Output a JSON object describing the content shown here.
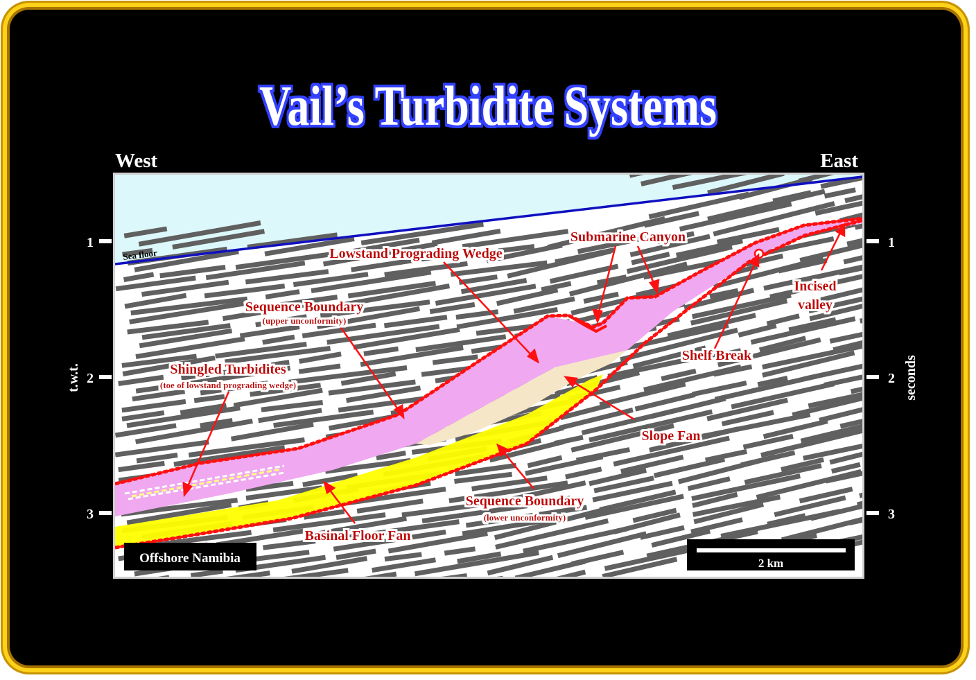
{
  "title": "Vail’s  Turbidite Systems",
  "directions": {
    "west": "West",
    "east": "East"
  },
  "axes": {
    "left_label": "t.w.t.",
    "right_label": "seconds",
    "ticks": [
      "1",
      "2",
      "3"
    ]
  },
  "labels": {
    "sea_floor": "Sea floor",
    "submarine_canyon": "Submarine Canyon",
    "lowstand_wedge": "Lowstand Prograding Wedge",
    "incised_valley_1": "Incised",
    "incised_valley_2": "valley",
    "seq_boundary_upper": "Sequence Boundary",
    "seq_boundary_upper_sub": "(upper unconformity)",
    "shingled_turbidites": "Shingled Turbidites",
    "shingled_turbidites_sub": "(toe of lowstand prograding wedge)",
    "shelf_break": "Shelf Break",
    "slope_fan": "Slope Fan",
    "seq_boundary_lower": "Sequence Boundary",
    "seq_boundary_lower_sub": "(lower unconformity)",
    "basinal_floor_fan": "Basinal Floor Fan"
  },
  "location": "Offshore Namibia",
  "scale_bar": "2 km",
  "colors": {
    "water": "#dcf8fa",
    "sea_floor_line": "#1010c0",
    "lowstand_wedge": "#f0a8f0",
    "slope_fan": "#f6e6c8",
    "basin_floor_fan": "#ffff00",
    "unconformity": "#ff1010",
    "label_text": "#c00000",
    "reflectors": "#606060"
  }
}
